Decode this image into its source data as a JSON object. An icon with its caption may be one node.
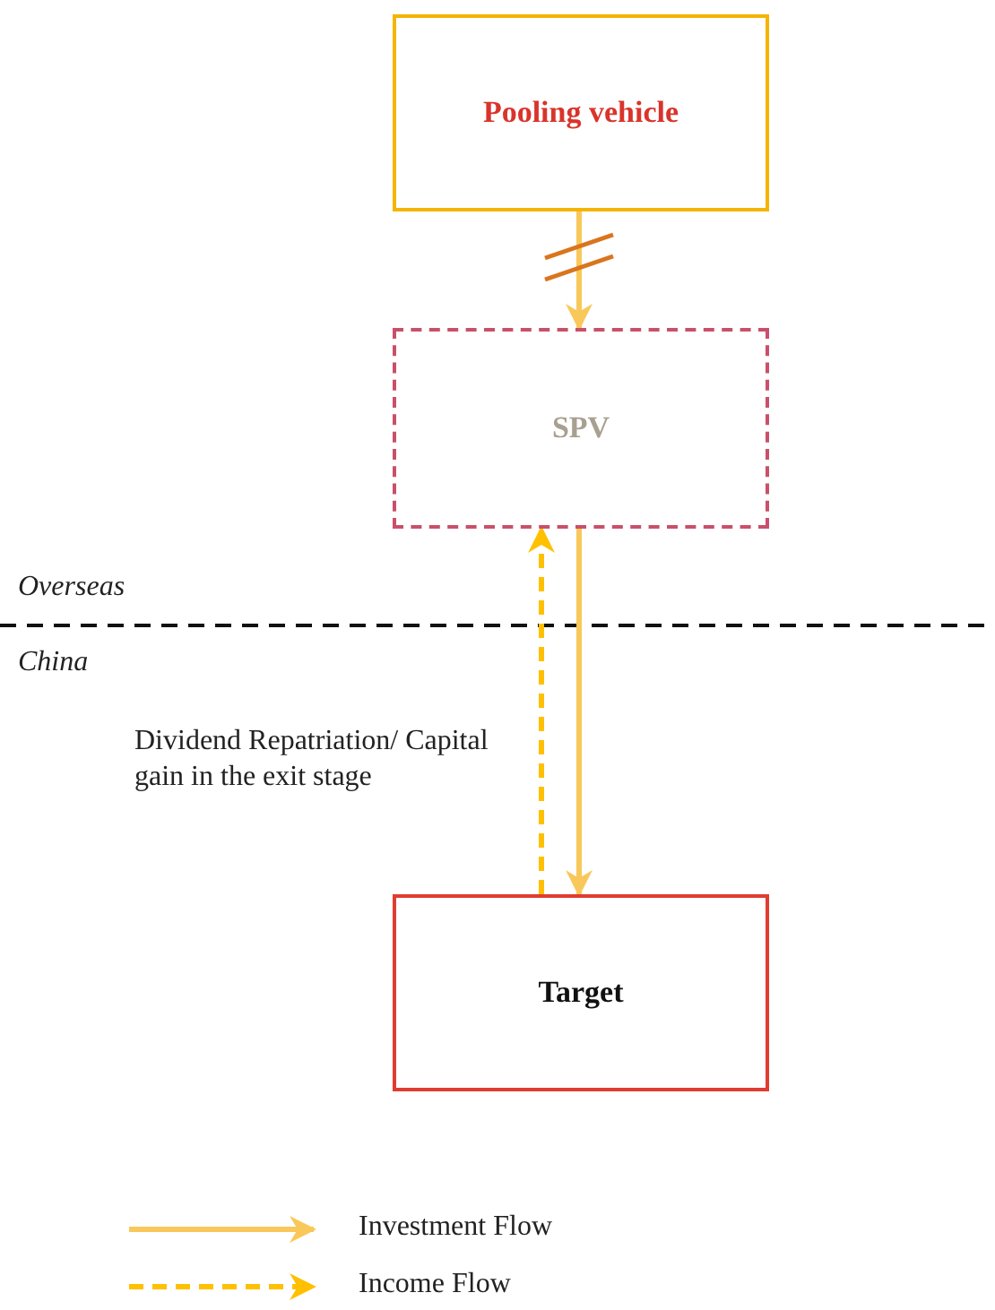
{
  "diagram": {
    "nodes": [
      {
        "text": [
          "Pooling vehicle"
        ]
      },
      {
        "text": [
          "SPV"
        ]
      },
      {
        "text": [
          "Target"
        ]
      }
    ],
    "edges": [
      {
        "from": 0,
        "to": 1,
        "arrow": "to"
      },
      {
        "from": 1,
        "to": 2,
        "arrow": "to"
      },
      {
        "from": 2,
        "to": 1,
        "arrow": "to",
        "style": "dashed",
        "color": "#ffc000",
        "label": "Dividend Repatriation/ Capital gain in the exit stage"
      }
    ],
    "labels": [
      "Overseas",
      "China"
    ],
    "legend": [
      {
        "text": "Investment Flow"
      },
      {
        "text": "Income Flow"
      }
    ]
  }
}
